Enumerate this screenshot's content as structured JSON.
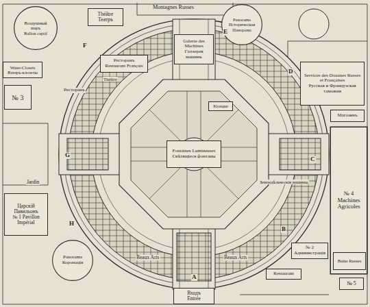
{
  "diagram": {
    "nodes": [
      {
        "text": [
          "Воздушный шаръ",
          "Ballon captif"
        ]
      },
      {
        "text": [
          "Théâtre",
          "Театръ"
        ]
      },
      {
        "text": [
          "Panorama",
          "Историческая Панорама"
        ]
      },
      {
        "text": [
          "Galerie des Machines",
          "Галлерея машинъ"
        ]
      },
      {
        "text": [
          "Ресторанъ",
          "Restaurant Français"
        ]
      },
      {
        "text": [
          "Water-Closets",
          "Ватеръ-клозеты"
        ]
      },
      {
        "text": [
          "№ 3"
        ]
      },
      {
        "text": [
          "Services des Douanes Russes et Françaises",
          "Русская и Французская таможня"
        ]
      },
      {
        "text": [
          "Магазинъ"
        ]
      },
      {
        "text": [
          "№ 4",
          "Machines Agricoles"
        ]
      },
      {
        "text": [
          "Bains Russes"
        ],
        "in": 9
      },
      {
        "text": [
          "Fontaines Lumineuses",
          "Свѣтящіеся фонтаны"
        ]
      },
      {
        "text": [
          "Kiosque"
        ]
      },
      {
        "text": [
          "Царскій Павильонъ",
          "№ 1 Pavillon Impérial"
        ]
      },
      {
        "text": [
          "Panorama",
          "Коронація"
        ]
      },
      {
        "text": [
          "№ 2",
          "Администрація"
        ]
      },
      {
        "text": [
          "Restaurant"
        ]
      },
      {
        "text": [
          "№ 5"
        ]
      },
      {
        "text": [
          "Входъ",
          "Entrée"
        ]
      }
    ],
    "labels": [
      "Montagnes Russes",
      "Ресторанъ",
      "Théâtre",
      "Земледѣльческія машины",
      "Beaux Arts",
      "Beaux Arts",
      "A",
      "B",
      "C",
      "D",
      "E",
      "F",
      "G",
      "H",
      "Jardin"
    ]
  }
}
